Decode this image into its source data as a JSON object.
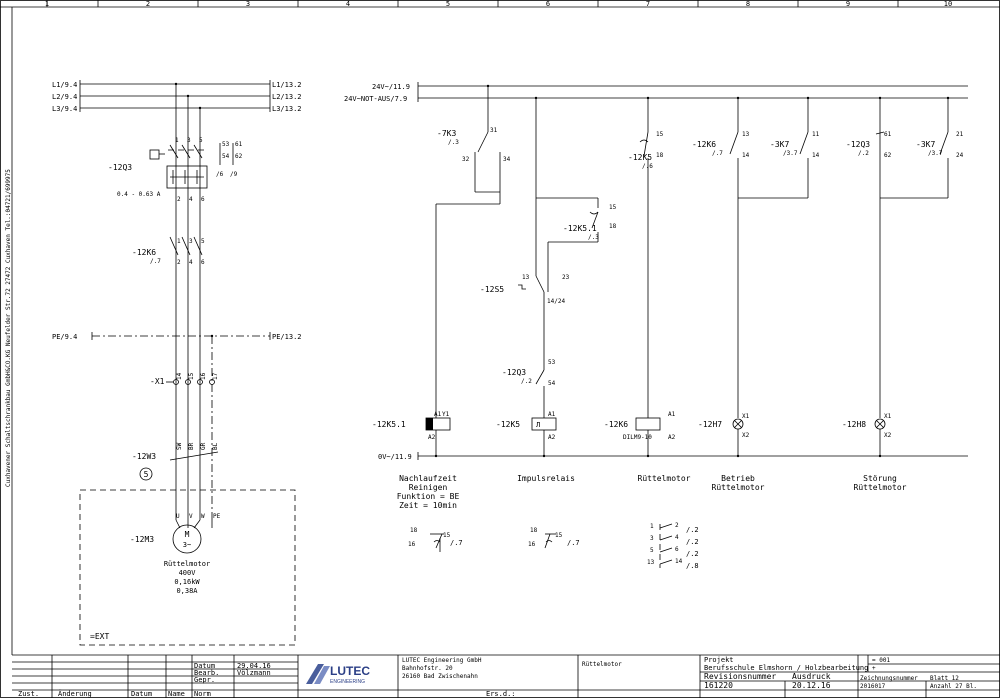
{
  "column_numbers": [
    "1",
    "2",
    "3",
    "4",
    "5",
    "6",
    "7",
    "8",
    "9",
    "10"
  ],
  "side_text": "Cuxhavener Schaltschrankbau GmbH&CO.KG Neufelder Str.72 27472 Cuxhaven Tel.:04721/699975",
  "left_circuit": {
    "bus_in": [
      "L1/9.4",
      "L2/9.4",
      "L3/9.4"
    ],
    "bus_out": [
      "L1/13.2",
      "L2/13.2",
      "L3/13.2"
    ],
    "pe_in": "PE/9.4",
    "pe_out": "PE/13.2",
    "q3_label": "-12Q3",
    "q3_terms_top": [
      "1",
      "3",
      "5"
    ],
    "q3_terms_bot": [
      "2",
      "4",
      "6"
    ],
    "q3_range": "0.4 - 0.63 A",
    "q3_aux": [
      "53",
      "61",
      "54",
      "62",
      "/6",
      "/9"
    ],
    "k6_label": "-12K6",
    "k6_ref": "/.7",
    "k6_terms_top": [
      "1",
      "3",
      "5"
    ],
    "k6_terms_bot": [
      "2",
      "4",
      "6"
    ],
    "x1_label": "-X1",
    "x1_terms": [
      "14",
      "15",
      "16",
      "17"
    ],
    "w3_label": "-12W3",
    "w3_cores": [
      "SW",
      "BR",
      "GR",
      "BL"
    ],
    "cable_no": "5",
    "motor_label": "-12M3",
    "motor_term": [
      "U",
      "V",
      "W",
      "PE"
    ],
    "motor_symbol": [
      "M",
      "3~"
    ],
    "motor_name": "Rüttelmotor",
    "motor_data": [
      "400V",
      "0,16kW",
      "0,38A"
    ],
    "ext_label": "=EXT"
  },
  "control": {
    "bus_24": "24V~/11.9",
    "bus_not": "24V~NOT-AUS/7.9",
    "bus_0v": "0V~/11.9",
    "k3": {
      "label": "-7K3",
      "ref": "/.3",
      "t1": "31",
      "t2": "32",
      "t3": "34"
    },
    "k51_contact": {
      "label": "-12K5.1",
      "ref": "/.3",
      "t1": "15",
      "t2": "18"
    },
    "s5": {
      "label": "-12S5",
      "t1": "13",
      "t2": "23",
      "t3": "14/24"
    },
    "q3c": {
      "label": "-12Q3",
      "ref": "/.2",
      "t1": "53",
      "t2": "54"
    },
    "k5c": {
      "label": "-12K5",
      "ref": "/.6",
      "t1": "15",
      "t2": "18"
    },
    "k6c": {
      "label": "-12K6",
      "ref": "/.7",
      "t1": "13",
      "t2": "14"
    },
    "k7a": {
      "label": "-3K7",
      "ref": "/3.7",
      "t1": "11",
      "t2": "14"
    },
    "q3d": {
      "label": "-12Q3",
      "ref": "/.2",
      "t1": "61",
      "t2": "62"
    },
    "k7b": {
      "label": "-3K7",
      "ref": "/3.7",
      "t1": "21",
      "t2": "24"
    },
    "coil_k51": {
      "label": "-12K5.1",
      "t1": "A1",
      "t2": "Y1",
      "t3": "A2"
    },
    "coil_k5": {
      "label": "-12K5",
      "glyph": "Л",
      "t1": "A1",
      "t3": "A2"
    },
    "coil_k6": {
      "label": "-12K6",
      "type": "DILM9-10",
      "t1": "A1",
      "t3": "A2"
    },
    "lamp_h7": {
      "label": "-12H7",
      "t1": "X1",
      "t2": "X2"
    },
    "lamp_h8": {
      "label": "-12H8",
      "t1": "X1",
      "t2": "X2"
    },
    "desc1": [
      "Nachlaufzeit",
      "Reinigen",
      "Funktion = BE",
      "Zeit = 10min"
    ],
    "desc2": "Impulsrelais",
    "desc3": "Rüttelmotor",
    "desc4": [
      "Betrieb",
      "Rüttelmotor"
    ],
    "desc5": [
      "Störung",
      "Rüttelmotor"
    ],
    "xref1": {
      "n1": "18",
      "n2": "15",
      "n3": "16",
      "ref": "/.7"
    },
    "xref2": {
      "n1": "18",
      "n2": "15",
      "n3": "16",
      "ref": "/.7"
    },
    "xref3": [
      {
        "a": "1",
        "b": "2",
        "ref": "/.2"
      },
      {
        "a": "3",
        "b": "4",
        "ref": "/.2"
      },
      {
        "a": "5",
        "b": "6",
        "ref": "/.2"
      },
      {
        "a": "13",
        "b": "14",
        "ref": "/.8"
      }
    ]
  },
  "title_block": {
    "col_zust": "Zust.",
    "col_aenderung": "Änderung",
    "col_datum": "Datum",
    "col_name": "Name",
    "col_norm": "Norm",
    "r_datum": "Datum",
    "v_datum": "29.04.16",
    "r_bearb": "Bearb.",
    "v_bearb": "Völzmann",
    "r_gepr": "Gepr.",
    "logo_main": "LUTEC",
    "logo_sub": "ENGINEERING",
    "company": [
      "LUTEC Engineering GmbH",
      "Bahnhofstr. 20",
      "26160 Bad Zwischenahn"
    ],
    "ers": "Ers.d.:",
    "sheet_title": "Rüttelmotor",
    "projekt_label": "Projekt",
    "projekt_value": "Berufsschule Elmshorn / Holzbearbeitung",
    "rev_label": "Revisionsnummer",
    "rev_value": "161220",
    "ausdruck_label": "Ausdruck",
    "ausdruck_value": "20.12.16",
    "eq": "= 001",
    "plus": "+",
    "zeich_label": "Zeichnungsnummer",
    "zeich_value": "2016017",
    "blatt": "Blatt 12",
    "anzahl": "Anzahl 27 Bl."
  }
}
